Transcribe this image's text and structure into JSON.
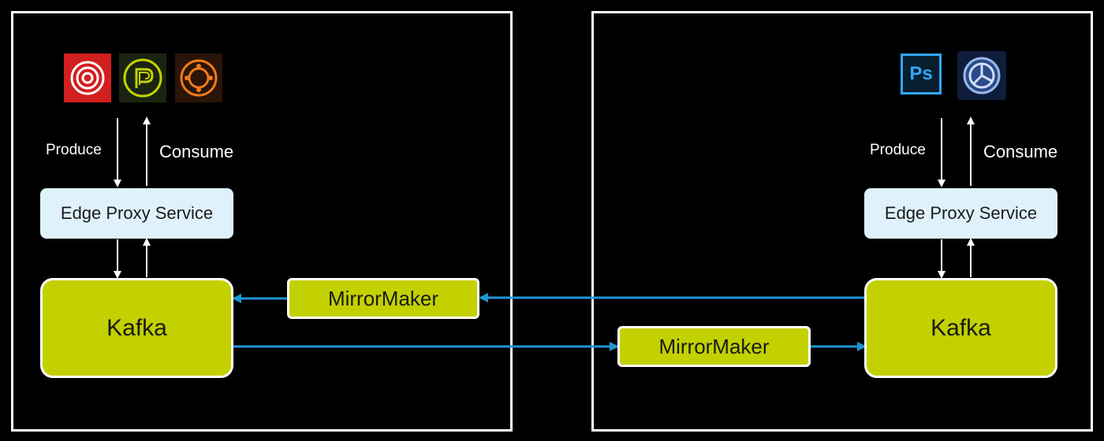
{
  "left": {
    "produce": "Produce",
    "consume": "Consume",
    "proxy": "Edge Proxy Service",
    "kafka": "Kafka",
    "icons": [
      "red-circle-app-icon",
      "green-p-app-icon",
      "orange-ring-app-icon"
    ]
  },
  "right": {
    "produce": "Produce",
    "consume": "Consume",
    "proxy": "Edge Proxy Service",
    "kafka": "Kafka",
    "icons": [
      "photoshop-icon",
      "dark-blue-app-icon"
    ],
    "ps_text": "Ps"
  },
  "mirror_top": "MirrorMaker",
  "mirror_bottom": "MirrorMaker",
  "colors": {
    "background": "#000000",
    "kafka": "#c3d100",
    "proxy": "#dff1fb",
    "arrow_blue": "#1e96d2",
    "border": "#ffffff"
  }
}
